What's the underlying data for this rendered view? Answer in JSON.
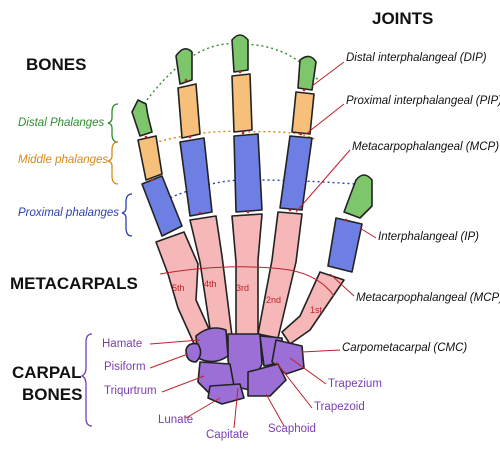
{
  "headings": {
    "joints": "JOINTS",
    "bones": "BONES",
    "metacarpals": "METACARPALS",
    "carpal_line1": "CARPAL",
    "carpal_line2": "BONES"
  },
  "phalanges": {
    "distal": "Distal Phalanges",
    "middle": "Middle phalanges",
    "proximal": "Proximal phalanges"
  },
  "joints": {
    "dip": "Distal interphalangeal (DIP)",
    "pip": "Proximal interphalangeal (PIP)",
    "mcp": "Metacarpophalangeal (MCP)",
    "ip": "Interphalangeal (IP)",
    "mcp_thumb": "Metacarpophalangeal (MCP)",
    "cmc": "Carpometacarpal (CMC)"
  },
  "metacarpal_numbers": {
    "fifth": "5th",
    "fourth": "4th",
    "third": "3rd",
    "second": "2nd",
    "first": "1st"
  },
  "carpals": {
    "hamate": "Hamate",
    "pisiform": "Pisiform",
    "triquetrum": "Triqurtrum",
    "lunate": "Lunate",
    "capitate": "Capitate",
    "scaphoid": "Scaphoid",
    "trapezoid": "Trapezoid",
    "trapezium": "Trapezium"
  },
  "colors": {
    "distal": "#7ec66b",
    "middle": "#f6c07a",
    "proximal": "#6d7fe3",
    "metacarpal": "#f5b7b7",
    "carpal": "#9b6fd6",
    "joint_line": "#c0202a",
    "outline": "#222222",
    "distal_label": "#2e8b2e",
    "middle_label": "#d48a1a",
    "proximal_label": "#2a3fb0",
    "carpal_label": "#7a3db0"
  }
}
